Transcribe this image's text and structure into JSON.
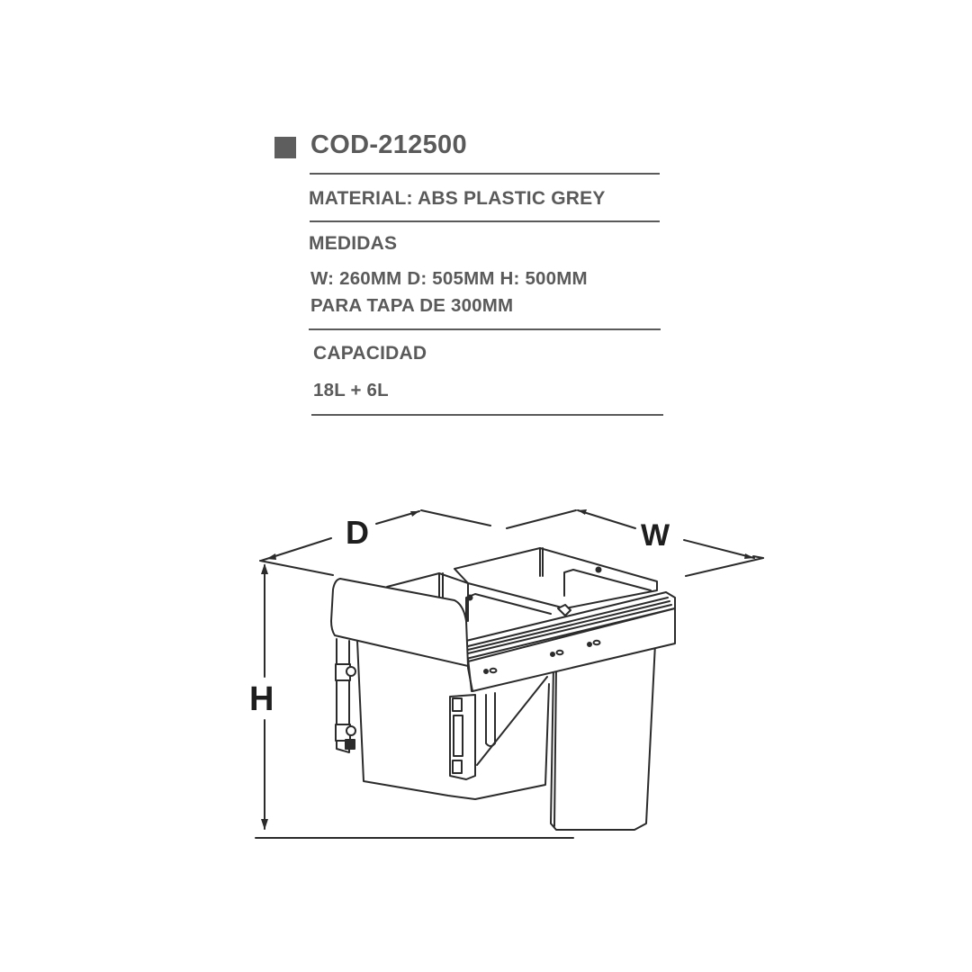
{
  "product": {
    "code": "COD-212500",
    "material": "MATERIAL: ABS PLASTIC GREY",
    "measures_heading": "MEDIDAS",
    "measures_dimensions": "W: 260MM D: 505MM H: 500MM",
    "measures_lid": "PARA TAPA DE 300MM",
    "capacity_heading": "CAPACIDAD",
    "capacity_value": "18L + 6L"
  },
  "drawing": {
    "description": "Isometric line drawing of a pull-out twin waste bin with frame and mounting brackets",
    "dimension_labels": {
      "depth": "D",
      "width": "W",
      "height": "H"
    },
    "colors": {
      "text": "#5a5a5a",
      "line": "#2b2b2b",
      "label": "#1e1e1e"
    }
  }
}
